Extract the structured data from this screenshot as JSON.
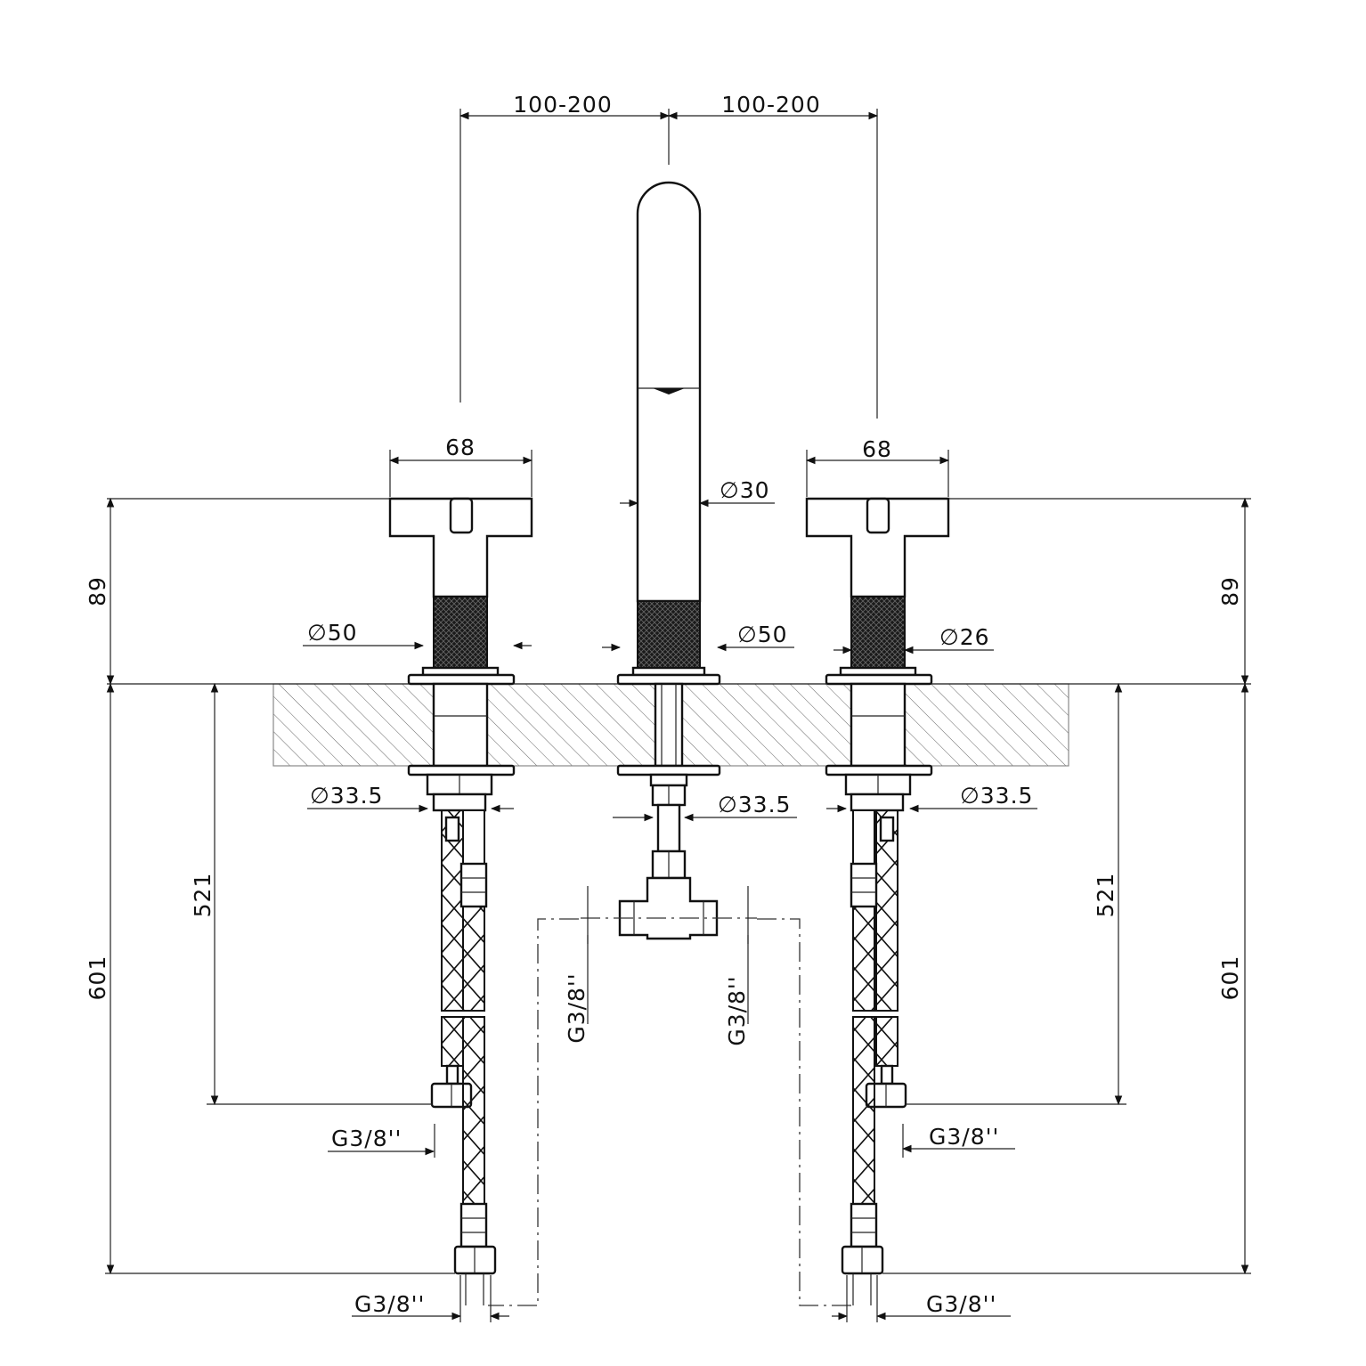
{
  "drawing": {
    "type": "technical-drawing",
    "subject": "three-hole deck-mounted basin mixer with cross handles",
    "line_color": "#111111",
    "background": "#ffffff"
  },
  "dimensions": {
    "spacing_left": "100-200",
    "spacing_right": "100-200",
    "handle_width_left": "68",
    "handle_width_right": "68",
    "spout_diameter": "∅30",
    "base_diameter_left": "∅50",
    "base_diameter_center": "∅50",
    "handle_stem_diameter_right": "∅26",
    "height_left": "89",
    "height_right": "89",
    "nut_diameter_left": "∅33.5",
    "nut_diameter_center": "∅33.5",
    "nut_diameter_right": "∅33.5",
    "hose_length_left": "521",
    "hose_length_right": "521",
    "total_length_left": "601",
    "total_length_right": "601",
    "thread_tee_left": "G3/8''",
    "thread_tee_right": "G3/8''",
    "thread_mid_left": "G3/8''",
    "thread_mid_right": "G3/8''",
    "thread_bottom_left": "G3/8''",
    "thread_bottom_right": "G3/8''"
  }
}
